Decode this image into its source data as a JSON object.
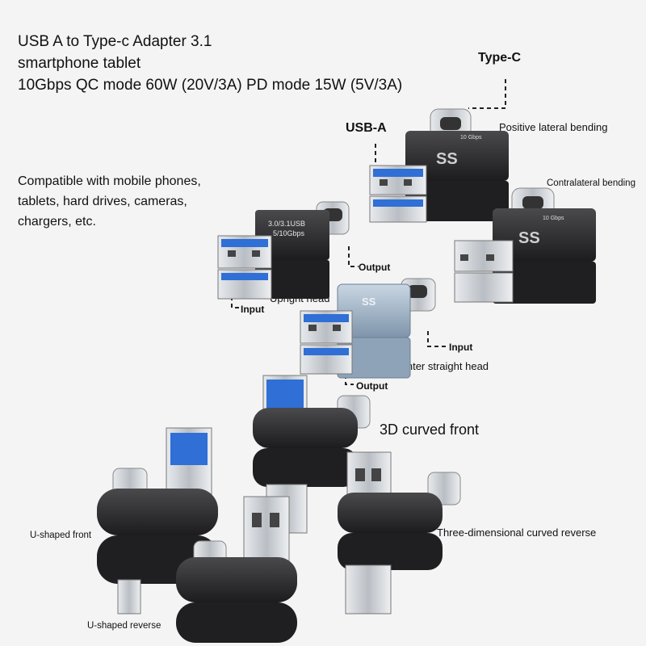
{
  "heading": {
    "line1": "USB A to Type-c Adapter 3.1",
    "line2": "smartphone tablet",
    "line3": "10Gbps QC mode 60W (20V/3A) PD mode 15W (5V/3A)"
  },
  "compat": {
    "line1": "Compatible with mobile phones,",
    "line2": "tablets, hard drives, cameras,",
    "line3": "chargers, etc."
  },
  "labels": {
    "type_c": "Type-C",
    "usb_a": "USB-A",
    "positive_lateral": "Positive lateral bending",
    "contralateral": "Contralateral bending",
    "output_1": "Output",
    "input_1": "Input",
    "upright_head": "Upright head",
    "input_2": "Input",
    "output_2": "Output",
    "counter_straight": "Counter straight head",
    "curved_front": "3D curved front",
    "u_front": "U-shaped front",
    "three_dim_reverse": "Three-dimensional curved reverse",
    "u_reverse": "U-shaped reverse"
  },
  "product_marks": {
    "upright_line1": "3.0/3.1USB",
    "upright_line2": "5/10Gbps",
    "ss_logo": "SS",
    "gbps_badge": "10 Gbps"
  },
  "colors": {
    "body_dark": "#2b2b2d",
    "usb_blue": "#2f6fd6",
    "metal": "#c9cdd2",
    "aluminum": "#9fb3c8"
  }
}
